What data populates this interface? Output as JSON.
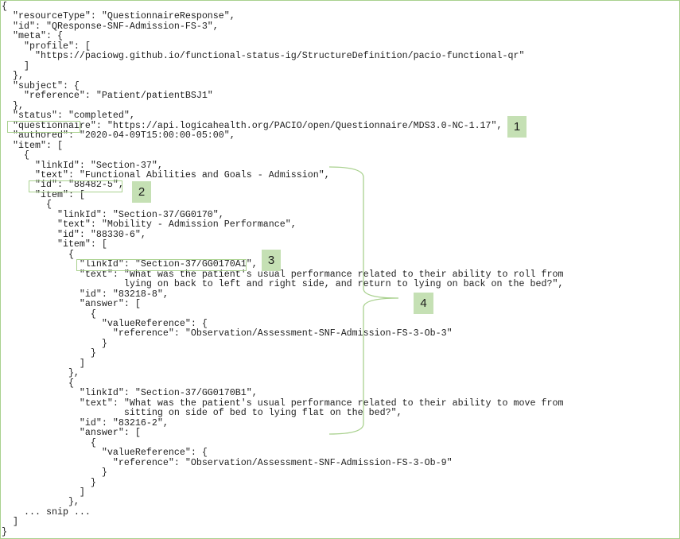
{
  "code_lines": [
    "{",
    "  \"resourceType\": \"QuestionnaireResponse\",",
    "  \"id\": \"QResponse-SNF-Admission-FS-3\",",
    "  \"meta\": {",
    "    \"profile\": [",
    "      \"https://paciowg.github.io/functional-status-ig/StructureDefinition/pacio-functional-qr\"",
    "    ]",
    "  },",
    "  \"subject\": {",
    "    \"reference\": \"Patient/patientBSJ1\"",
    "  },",
    "  \"status\": \"completed\",",
    "  \"questionnaire\": \"https://api.logicahealth.org/PACIO/open/Questionnaire/MDS3.0-NC-1.17\",",
    "  \"authored\": \"2020-04-09T15:00:00-05:00\",",
    "  \"item\": [",
    "    {",
    "      \"linkId\": \"Section-37\",",
    "      \"text\": \"Functional Abilities and Goals - Admission\",",
    "      \"id\": \"88482-5\",",
    "      \"item\": [",
    "        {",
    "          \"linkId\": \"Section-37/GG0170\",",
    "          \"text\": \"Mobility - Admission Performance\",",
    "          \"id\": \"88330-6\",",
    "          \"item\": [",
    "            {",
    "              \"linkId\": \"Section-37/GG0170A1\",",
    "              \"text\": \"What was the patient's usual performance related to their ability to roll from",
    "                      lying on back to left and right side, and return to lying on back on the bed?\",",
    "              \"id\": \"83218-8\",",
    "              \"answer\": [",
    "                {",
    "                  \"valueReference\": {",
    "                    \"reference\": \"Observation/Assessment-SNF-Admission-FS-3-Ob-3\"",
    "                  }",
    "                }",
    "              ]",
    "            },",
    "            {",
    "              \"linkId\": \"Section-37/GG0170B1\",",
    "              \"text\": \"What was the patient's usual performance related to their ability to move from",
    "                      sitting on side of bed to lying flat on the bed?\",",
    "              \"id\": \"83216-2\",",
    "              \"answer\": [",
    "                {",
    "                  \"valueReference\": {",
    "                    \"reference\": \"Observation/Assessment-SNF-Admission-FS-3-Ob-9\"",
    "                  }",
    "                }",
    "              ]",
    "            },",
    "    ... snip ...",
    "  ]",
    "}"
  ],
  "callouts": {
    "c1": "1",
    "c2": "2",
    "c3": "3",
    "c4": "4"
  },
  "colors": {
    "accent_border": "#a9d18e",
    "callout_fill": "#c5e0b4"
  }
}
